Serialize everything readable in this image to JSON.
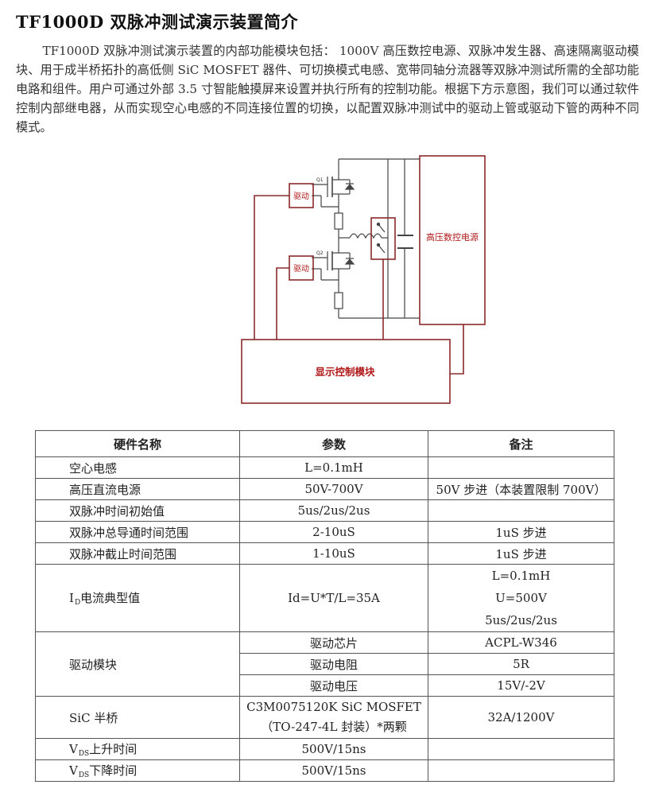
{
  "doc": {
    "title": "TF1000D 双脉冲测试演示装置简介",
    "intro": "TF1000D 双脉冲测试演示装置的内部功能模块包括： 1000V 高压数控电源、双脉冲发生器、高速隔离驱动模块、用于成半桥拓扑的高低侧 SiC MOSFET 器件、可切换模式电感、宽带同轴分流器等双脉冲测试所需的全部功能电路和组件。用户可通过外部 3.5 寸智能触摸屏来设置并执行所有的控制功能。根据下方示意图，我们可以通过软件控制内部继电器，从而实现空心电感的不同连接位置的切换，以配置双脉冲测试中的驱动上管或驱动下管的两种不同模式。"
  },
  "diagram": {
    "driver_high": "驱动",
    "driver_low": "驱动",
    "q1": "Q1",
    "q2": "Q2",
    "hv_supply": "高压数控电源",
    "display_module": "显示控制模块",
    "colors": {
      "module_border": "#8a2a2a",
      "module_text": "#b01818",
      "wire": "#444444"
    }
  },
  "table": {
    "headers": [
      "硬件名称",
      "参数",
      "备注"
    ],
    "rows": {
      "air_inductor": {
        "name": "空心电感",
        "param": "L=0.1mH",
        "note": ""
      },
      "hv_dc": {
        "name": "高压直流电源",
        "param": "50V-700V",
        "note": "50V 步进（本装置限制 700V）"
      },
      "dp_initial": {
        "name": "双脉冲时间初始值",
        "param": "5us/2us/2us",
        "note": ""
      },
      "dp_on_range": {
        "name": "双脉冲总导通时间范围",
        "param": "2-10uS",
        "note": "1uS 步进"
      },
      "dp_off_range": {
        "name": "双脉冲截止时间范围",
        "param": "1-10uS",
        "note": "1uS 步进"
      },
      "id_typical": {
        "name_main": "I",
        "name_sub": "D",
        "name_rest": "电流典型值",
        "param": "Id=U*T/L=35A",
        "notes": [
          "L=0.1mH",
          "U=500V",
          "5us/2us/2us"
        ]
      },
      "driver": {
        "name": "驱动模块",
        "items": [
          {
            "param": "驱动芯片",
            "note": "ACPL-W346"
          },
          {
            "param": "驱动电阻",
            "note": "5R"
          },
          {
            "param": "驱动电压",
            "note": "15V/-2V"
          }
        ]
      },
      "sic": {
        "name": "SiC 半桥",
        "param_line1": "C3M0075120K SiC MOSFET",
        "param_line2": "（TO-247-4L 封装）*两颗",
        "note": "32A/1200V"
      },
      "vds_rise": {
        "name_main": "V",
        "name_sub": "DS",
        "name_rest": "上升时间",
        "param": "500V/15ns",
        "note": ""
      },
      "vds_fall": {
        "name_main": "V",
        "name_sub": "DS",
        "name_rest": "下降时间",
        "param": "500V/15ns",
        "note": ""
      }
    }
  }
}
